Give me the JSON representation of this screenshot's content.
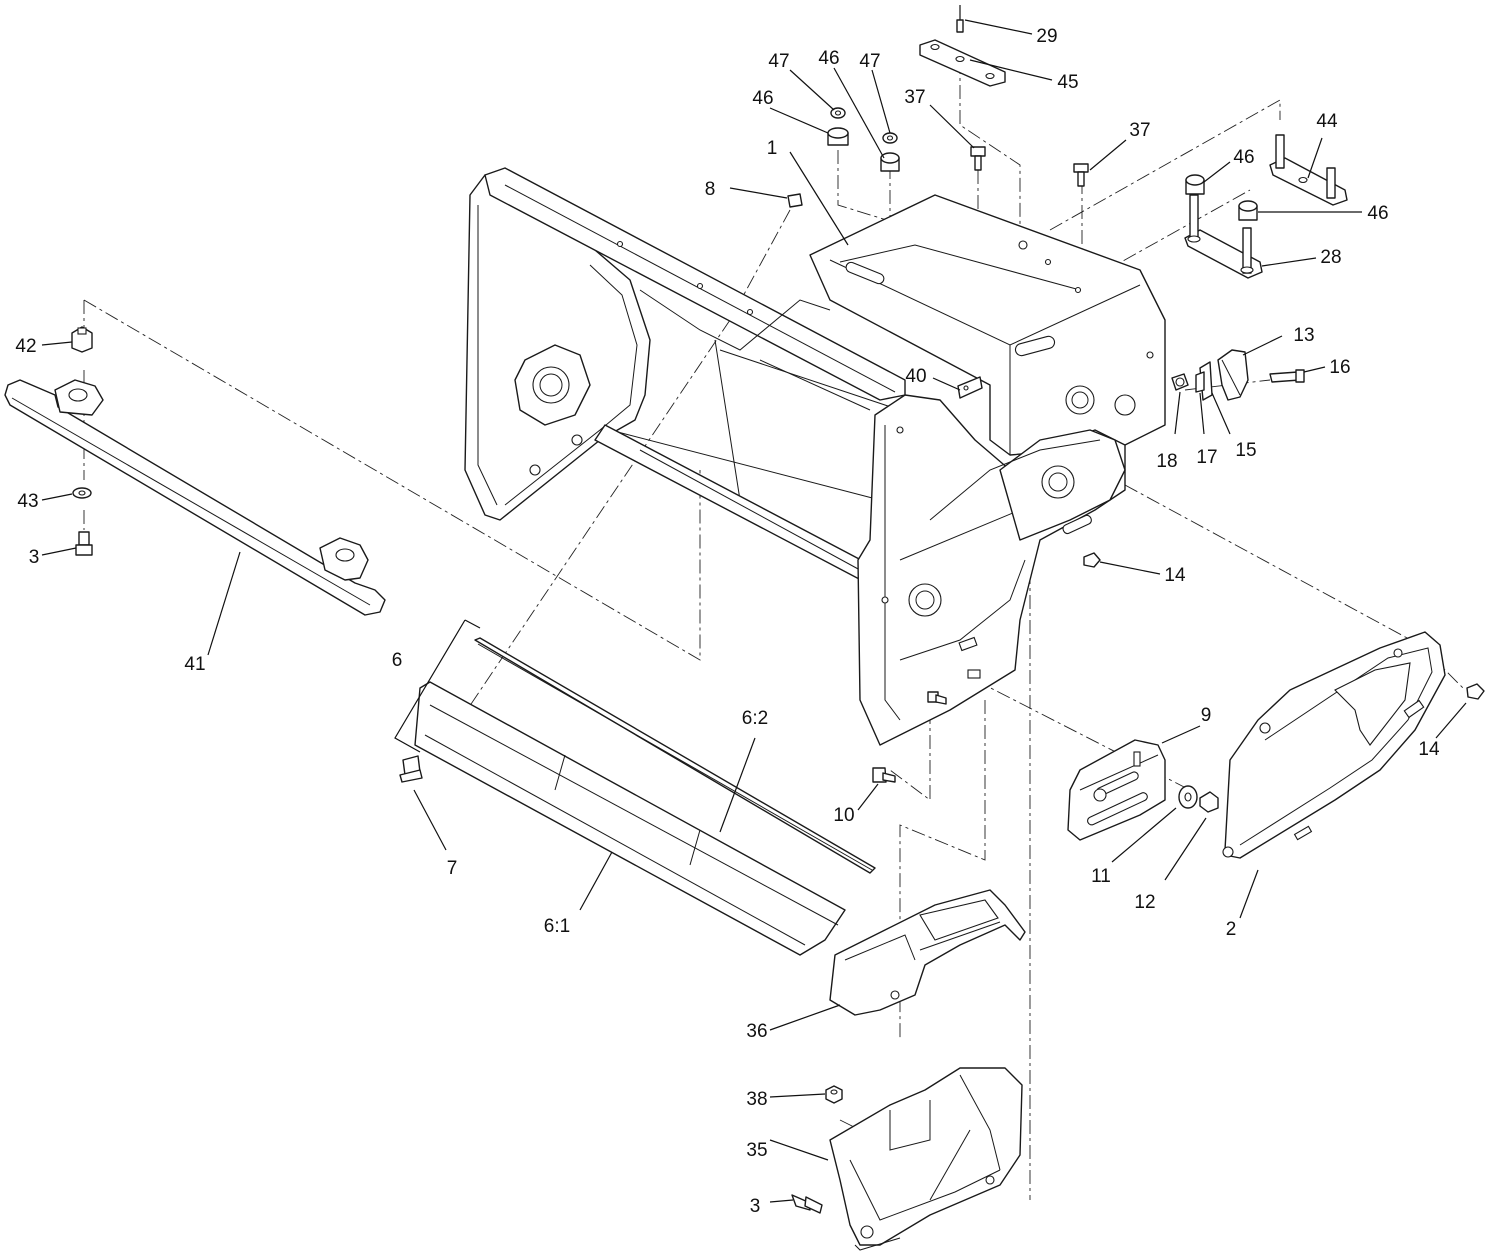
{
  "callouts": [
    {
      "id": "c1",
      "text": "1"
    },
    {
      "id": "c2",
      "text": "2"
    },
    {
      "id": "c3a",
      "text": "3"
    },
    {
      "id": "c3b",
      "text": "3"
    },
    {
      "id": "c6",
      "text": "6"
    },
    {
      "id": "c61",
      "text": "6:1"
    },
    {
      "id": "c62",
      "text": "6:2"
    },
    {
      "id": "c7",
      "text": "7"
    },
    {
      "id": "c8",
      "text": "8"
    },
    {
      "id": "c9",
      "text": "9"
    },
    {
      "id": "c10",
      "text": "10"
    },
    {
      "id": "c11",
      "text": "11"
    },
    {
      "id": "c12",
      "text": "12"
    },
    {
      "id": "c13",
      "text": "13"
    },
    {
      "id": "c14a",
      "text": "14"
    },
    {
      "id": "c14b",
      "text": "14"
    },
    {
      "id": "c15",
      "text": "15"
    },
    {
      "id": "c16",
      "text": "16"
    },
    {
      "id": "c17",
      "text": "17"
    },
    {
      "id": "c18",
      "text": "18"
    },
    {
      "id": "c28",
      "text": "28"
    },
    {
      "id": "c29",
      "text": "29"
    },
    {
      "id": "c35",
      "text": "35"
    },
    {
      "id": "c36",
      "text": "36"
    },
    {
      "id": "c37a",
      "text": "37"
    },
    {
      "id": "c37b",
      "text": "37"
    },
    {
      "id": "c38",
      "text": "38"
    },
    {
      "id": "c40",
      "text": "40"
    },
    {
      "id": "c41",
      "text": "41"
    },
    {
      "id": "c42",
      "text": "42"
    },
    {
      "id": "c43",
      "text": "43"
    },
    {
      "id": "c44",
      "text": "44"
    },
    {
      "id": "c45",
      "text": "45"
    },
    {
      "id": "c46a",
      "text": "46"
    },
    {
      "id": "c46b",
      "text": "46"
    },
    {
      "id": "c46c",
      "text": "46"
    },
    {
      "id": "c46d",
      "text": "46"
    },
    {
      "id": "c47a",
      "text": "47"
    },
    {
      "id": "c47b",
      "text": "47"
    }
  ]
}
